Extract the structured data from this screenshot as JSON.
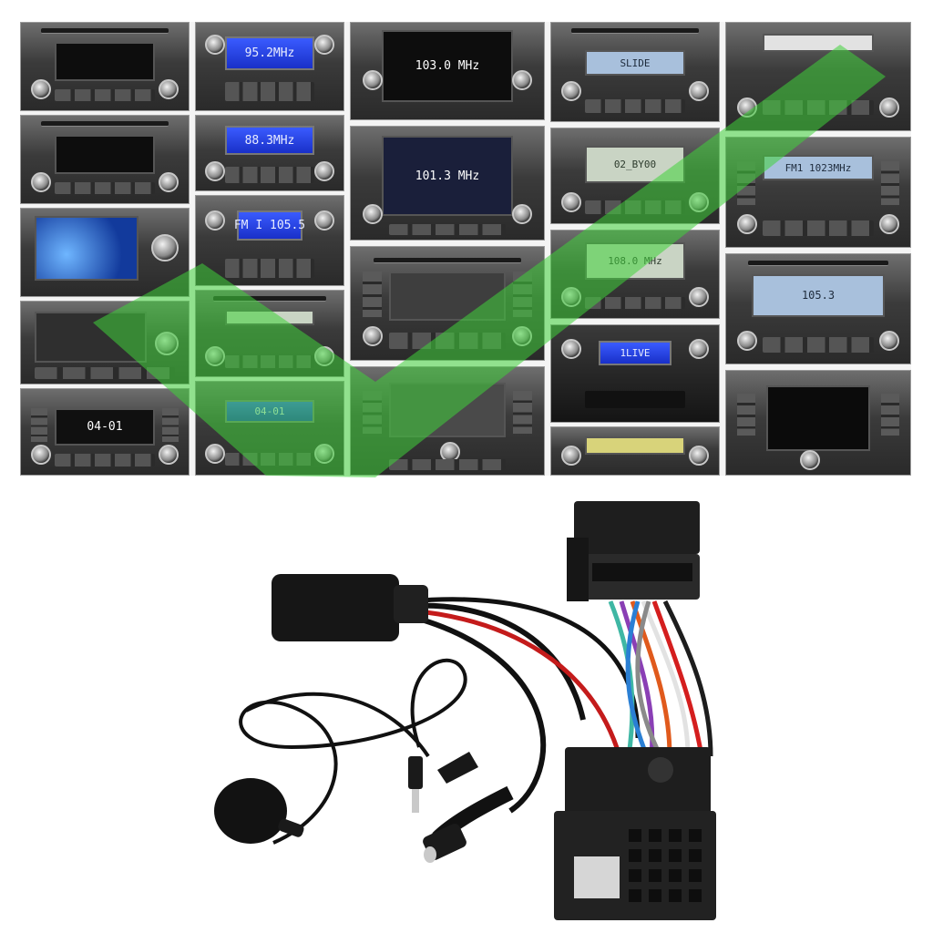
{
  "colors": {
    "checkmark": "#3fd23a",
    "product_plastic": "#1c1c1c",
    "background": "#ffffff"
  },
  "radios": [
    {
      "id": "r1",
      "screen": "dark",
      "text": ""
    },
    {
      "id": "r2",
      "screen": "blue",
      "text": "95.2MHz"
    },
    {
      "id": "r3",
      "screen": "dark",
      "text": "103.0 MHz"
    },
    {
      "id": "r4",
      "screen": "light",
      "text": "SLIDE"
    },
    {
      "id": "r5",
      "screen": "dark",
      "text": ""
    },
    {
      "id": "r6",
      "screen": "dark",
      "text": ""
    },
    {
      "id": "r7",
      "screen": "blue",
      "text": "88.3MHz"
    },
    {
      "id": "r8",
      "screen": "dark",
      "text": "101.3 MHz"
    },
    {
      "id": "r9",
      "screen": "lcd",
      "text": "02_BY00"
    },
    {
      "id": "r10",
      "screen": "light",
      "text": "FM1 1023MHz"
    },
    {
      "id": "r11",
      "screen": "navi",
      "text": ""
    },
    {
      "id": "r12",
      "screen": "blue",
      "text": "FM I 105.5"
    },
    {
      "id": "r13",
      "screen": "dark",
      "text": ""
    },
    {
      "id": "r14",
      "screen": "lcd",
      "text": "108.0 MHz"
    },
    {
      "id": "r15",
      "screen": "light",
      "text": "105.3"
    },
    {
      "id": "r16",
      "screen": "dark",
      "text": ""
    },
    {
      "id": "r17",
      "screen": "lcd",
      "text": ""
    },
    {
      "id": "r18",
      "screen": "blue",
      "text": "1LIVE"
    },
    {
      "id": "r19",
      "screen": "dark",
      "text": ""
    },
    {
      "id": "r20",
      "screen": "blue",
      "text": "04-01"
    },
    {
      "id": "r21",
      "screen": "lcd",
      "text": ""
    },
    {
      "id": "r22",
      "screen": "lcd",
      "text": ""
    },
    {
      "id": "r23",
      "screen": "dark",
      "text": ""
    }
  ]
}
